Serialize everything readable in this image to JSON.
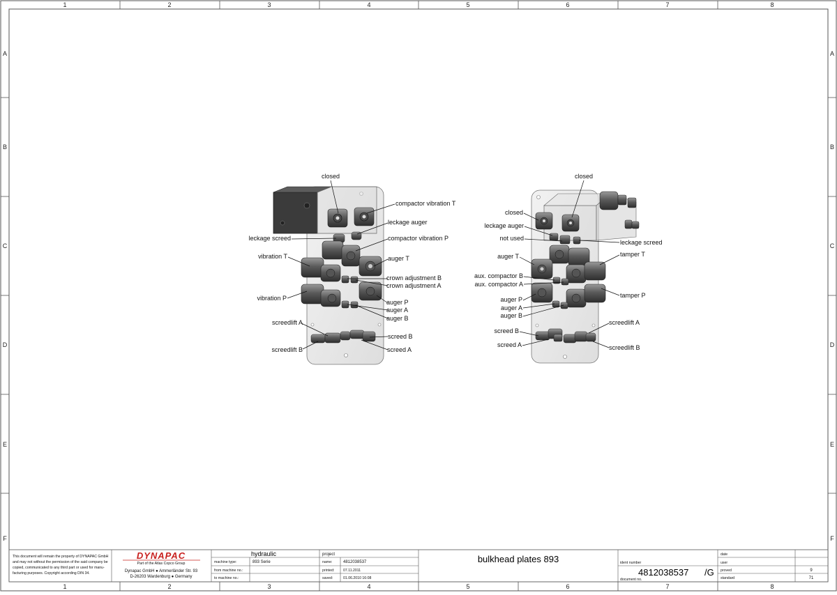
{
  "frame": {
    "columns": [
      "1",
      "2",
      "3",
      "4",
      "5",
      "6",
      "7",
      "8"
    ],
    "rows": [
      "A",
      "B",
      "C",
      "D",
      "E",
      "F"
    ]
  },
  "left_view": {
    "labels": {
      "closed": "closed",
      "compactor_vibration_t": "compactor vibration T",
      "leckage_auger": "leckage auger",
      "leckage_screed": "leckage screed",
      "compactor_vibration_p": "compactor vibration P",
      "vibration_t": "vibration T",
      "auger_t": "auger T",
      "crown_adjustment_b": "crown adjustment B",
      "crown_adjustment_a": "crown adjustment A",
      "vibration_p": "vibration P",
      "auger_p": "auger P",
      "auger_a": "auger A",
      "auger_b": "auger B",
      "screedlift_a": "screedlift A",
      "screed_b": "screed B",
      "screedlift_b": "screedlift B",
      "screed_a": "screed A"
    }
  },
  "right_view": {
    "labels": {
      "closed_top": "closed",
      "closed_left": "closed",
      "leckage_auger": "leckage auger",
      "not_used": "not used",
      "leckage_screed": "leckage screed",
      "auger_t": "auger T",
      "tamper_t": "tamper T",
      "aux_compactor_b": "aux. compactor B",
      "aux_compactor_a": "aux. compactor A",
      "auger_p": "auger P",
      "tamper_p": "tamper P",
      "auger_a": "auger A",
      "auger_b": "auger B",
      "screed_b": "screed B",
      "screedlift_a": "screedlift A",
      "screed_a": "screed A",
      "screedlift_b": "screedlift B"
    }
  },
  "title_block": {
    "copyright": [
      "This document will remain the property of DYNAPAC GmbH",
      "and may not without the permission of the said company be",
      "copied, communicated to any third part or used for manu-",
      "facturing purposes. Copyright according DIN 34."
    ],
    "brand": "DYNAPAC",
    "brand_sub": "Part of the Atlas Copco Group",
    "company_line1": "Dynapac GmbH ● Ammerländer Str. 93",
    "company_line2": "D-26203 Wardenburg ● Germany",
    "group_title": "hydraulic",
    "machine_type_label": "machine type:",
    "machine_type_value": "893 Serie",
    "from_machine_label": "from machine no.:",
    "to_machine_label": "to machine no.:",
    "project_label": "project",
    "name_label": "name:",
    "name_value": "4812038537",
    "printed_label": "printed:",
    "printed_value": "07.11.2011",
    "saved_label": "saved:",
    "saved_value": "01.06.2010 16:08",
    "drawing_title": "bulkhead plates 893",
    "ident_label": "ident number",
    "document_label": "document no.",
    "document_number": "4812038537",
    "revision": "/G",
    "date_label": "date",
    "user_label": "user",
    "proved_label": "proved",
    "standard_label": "standard",
    "sheet": "9",
    "sheets_total": "71"
  }
}
